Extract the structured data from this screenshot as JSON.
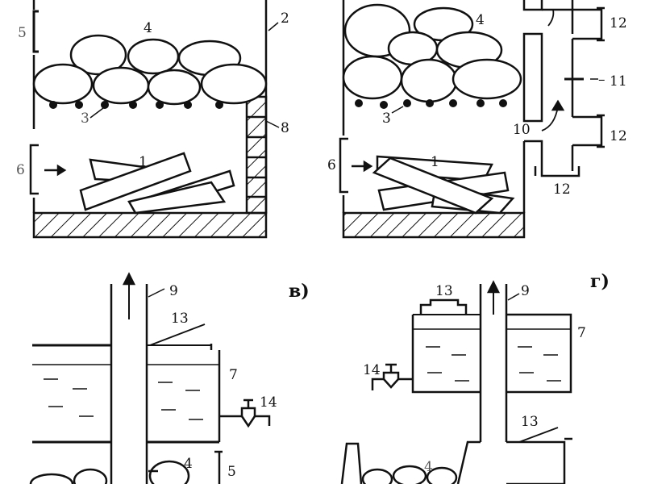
{
  "colors": {
    "ink": "#111111",
    "stone_fill": "#ffffff",
    "label_gray": "#555555",
    "hatch": "#111111"
  },
  "panels": {
    "a": {
      "labels": {
        "fuel": "1",
        "wall": "2",
        "grate": "3",
        "stones": "4",
        "stone_layer": "5",
        "air_inlet": "6",
        "lining": "8"
      }
    },
    "b": {
      "labels": {
        "fuel": "1",
        "grate": "3",
        "stones": "4",
        "air_inlet": "6",
        "flue": "10",
        "damper": "11",
        "door_top": "12",
        "door_mid": "12",
        "door_bottom": "12"
      }
    },
    "v": {
      "letter": "в)",
      "labels": {
        "chimney": "9",
        "lid": "13",
        "tank": "7",
        "tap": "14",
        "stones": "4",
        "stone_layer": "5"
      }
    },
    "g": {
      "letter": "г)",
      "labels": {
        "lid_top": "13",
        "chimney": "9",
        "tank": "7",
        "tap": "14",
        "lid_lower": "13",
        "stones": "4"
      }
    }
  }
}
